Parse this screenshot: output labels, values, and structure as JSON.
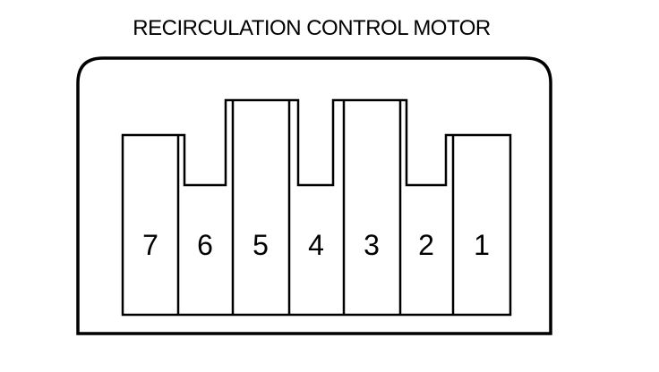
{
  "title": "RECIRCULATION CONTROL MOTOR",
  "connector": {
    "pins": [
      {
        "label": "7"
      },
      {
        "label": "6"
      },
      {
        "label": "5"
      },
      {
        "label": "4"
      },
      {
        "label": "3"
      },
      {
        "label": "2"
      },
      {
        "label": "1"
      }
    ]
  },
  "colors": {
    "ink": "#000000",
    "background": "#ffffff"
  }
}
